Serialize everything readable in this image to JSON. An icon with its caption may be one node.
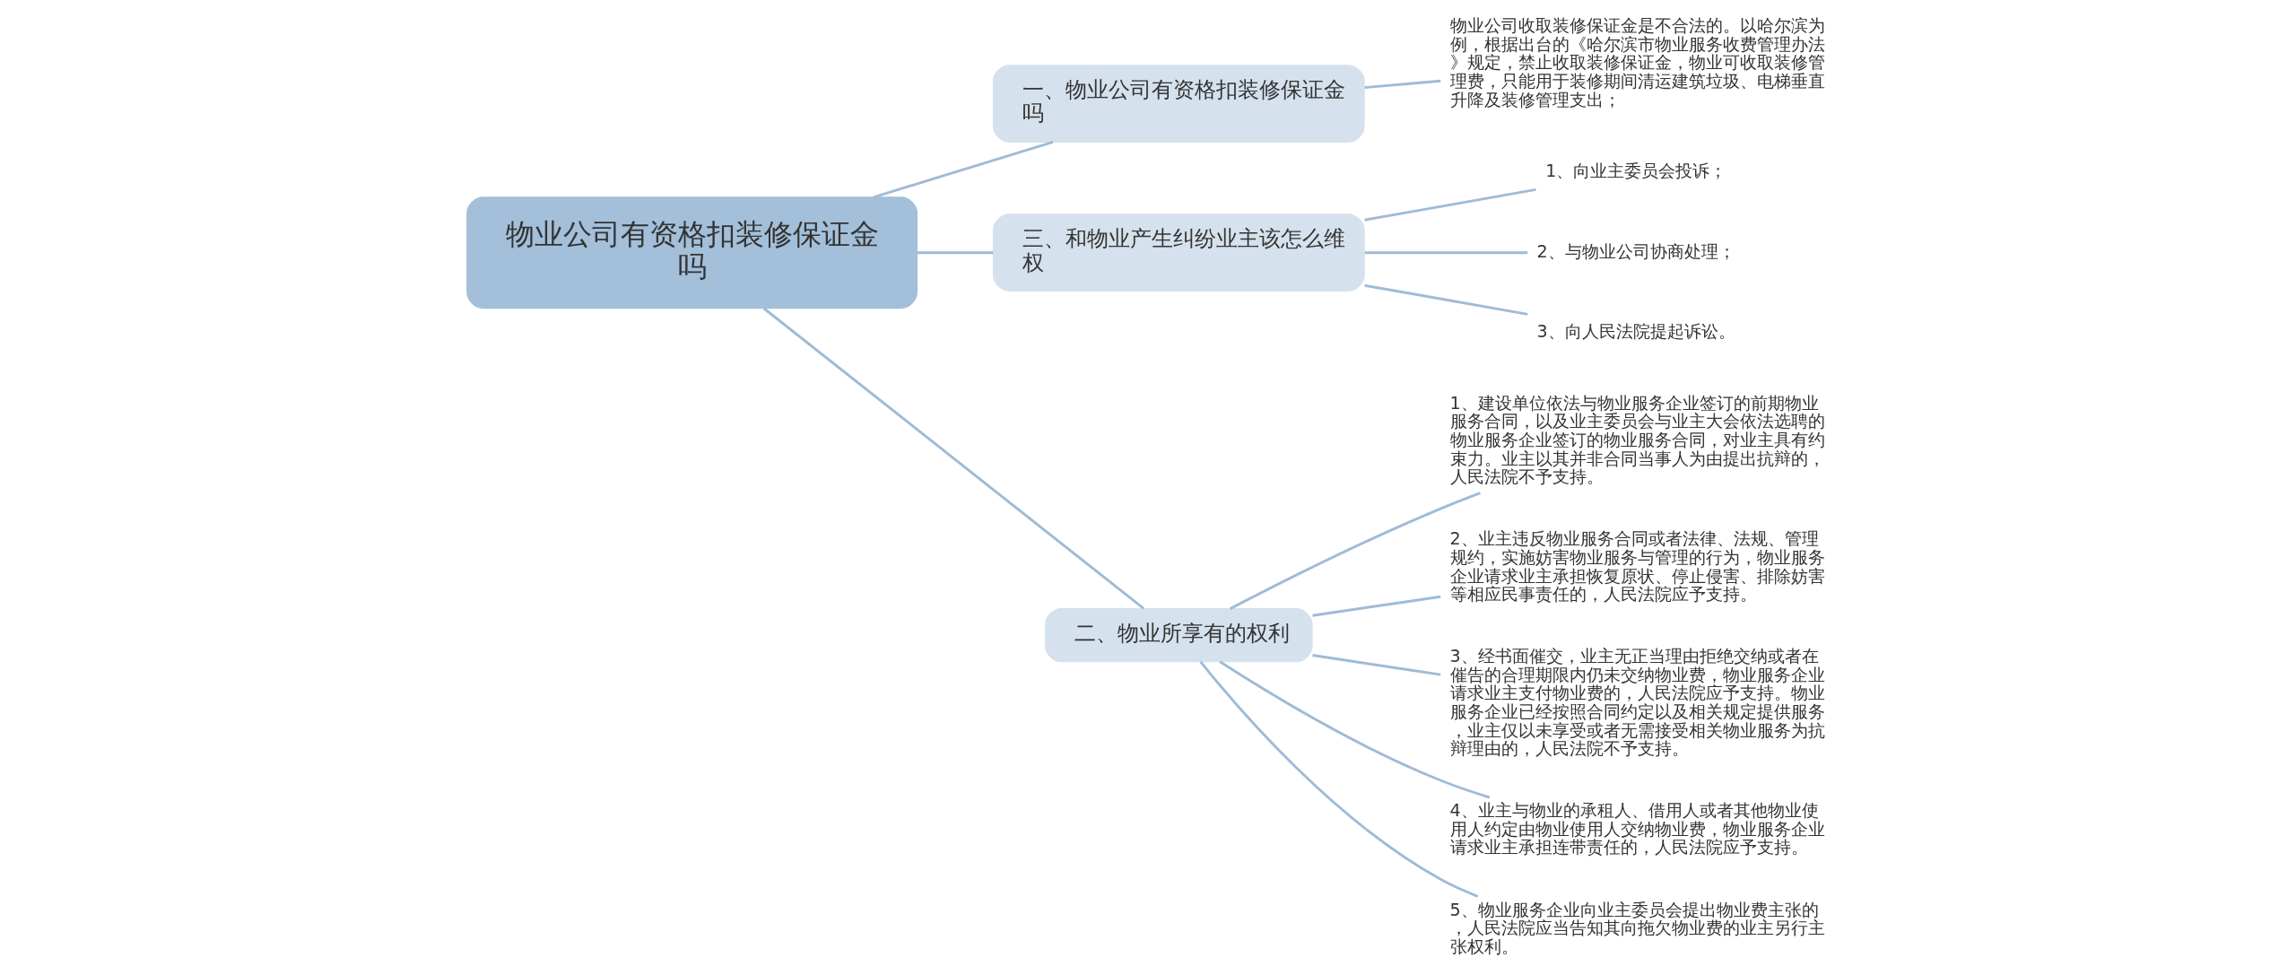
{
  "diagram": {
    "nodes": [
      {
        "text": [
          "物业公司有资格扣装修保证金吗"
        ]
      },
      {
        "text": [
          "一、物业公司有资格扣装修保证金吗"
        ]
      },
      {
        "text": [
          "物业公司收取装修保证金是不合法的。以哈尔滨为例，根据出台的《哈尔滨市物业服务收费管理办法》规定，禁止收取装修保证金，物业可收取装修管理费，只能用于装修期间清运建筑垃圾、电梯垂直升降及装修管理支出；"
        ]
      },
      {
        "text": [
          "三、和物业产生纠纷业主该怎么维权"
        ]
      },
      {
        "text": [
          "1、向业主委员会投诉；"
        ]
      },
      {
        "text": [
          "2、与物业公司协商处理；"
        ]
      },
      {
        "text": [
          "3、向人民法院提起诉讼。"
        ]
      },
      {
        "text": [
          "二、物业所享有的权利"
        ]
      },
      {
        "text": [
          "1、建设单位依法与物业服务企业签订的前期物业服务合同，以及业主委员会与业主大会依法选聘的物业服务企业签订的物业服务合同，对业主具有约束力。业主以其并非合同当事人为由提出抗辩的，人民法院不予支持。"
        ]
      },
      {
        "text": [
          "2、业主违反物业服务合同或者法律、法规、管理规约，实施妨害物业服务与管理的行为，物业服务企业请求业主承担恢复原状、停止侵害、排除妨害等相应民事责任的，人民法院应予支持。"
        ]
      },
      {
        "text": [
          "3、经书面催交，业主无正当理由拒绝交纳或者在催告的合理期限内仍未交纳物业费，物业服务企业请求业主支付物业费的，人民法院应予支持。物业服务企业已经按照合同约定以及相关规定提供服务，业主仅以未享受或者无需接受相关物业服务为抗辩理由的，人民法院不予支持。"
        ]
      },
      {
        "text": [
          "4、业主与物业的承租人、借用人或者其他物业使用人约定由物业使用人交纳物业费，物业服务企业请求业主承担连带责任的，人民法院应予支持。"
        ]
      },
      {
        "text": [
          "5、物业服务企业向业主委员会提出物业费主张的，人民法院应当告知其向拖欠物业费的业主另行主张权利。"
        ]
      }
    ],
    "edges": [
      {
        "from": 0,
        "to": 1,
        "arrow": "none"
      },
      {
        "from": 1,
        "to": 2,
        "arrow": "none"
      },
      {
        "from": 0,
        "to": 3,
        "arrow": "none"
      },
      {
        "from": 3,
        "to": 4,
        "arrow": "none"
      },
      {
        "from": 3,
        "to": 5,
        "arrow": "none"
      },
      {
        "from": 3,
        "to": 6,
        "arrow": "none"
      },
      {
        "from": 0,
        "to": 7,
        "arrow": "none"
      },
      {
        "from": 7,
        "to": 8,
        "arrow": "none"
      },
      {
        "from": 7,
        "to": 9,
        "arrow": "none"
      },
      {
        "from": 7,
        "to": 10,
        "arrow": "none"
      },
      {
        "from": 7,
        "to": 11,
        "arrow": "none"
      },
      {
        "from": 7,
        "to": 12,
        "arrow": "none"
      }
    ]
  }
}
